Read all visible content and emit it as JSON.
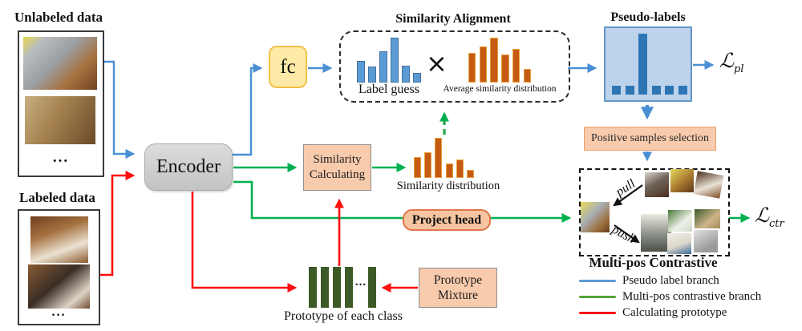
{
  "colors": {
    "pseudo_branch_blue": "#4a8fd4",
    "contrastive_branch_green": "#00b050",
    "prototype_red": "#ff0f0f",
    "blue_bar": "#5b9bd5",
    "blue_bar_border": "#41719c",
    "orange_bar": "#c55a11",
    "orange_bar_border": "#e8a33d",
    "pseudo_tall_bar": "#2e75b6",
    "proto_green": "#3c5a26",
    "peach_box": "#f8cbad"
  },
  "left": {
    "unlabeled": {
      "title": "Unlabeled data",
      "ellipsis": "...",
      "photos": [
        "boxer-dog-photo",
        "rabbit-photo"
      ]
    },
    "labeled": {
      "title": "Labeled data",
      "ellipsis": "...",
      "photos": [
        "spaniel-dog-photo",
        "beagle-puppy-photo"
      ]
    }
  },
  "nodes": {
    "encoder": "Encoder",
    "fc": "fc",
    "similarity_alignment_title": "Similarity Alignment",
    "label_guess_caption": "Label guess",
    "multiply_sign": "×",
    "avg_similarity_caption": "Average similarity distribution",
    "pseudo_labels_title": "Pseudo-labels",
    "loss_pl": {
      "symbol": "ℒ",
      "subscript": "pl"
    },
    "positive_selection": "Positive samples selection",
    "multi_pos_title": "Multi-pos Contrastive",
    "pull": "pull",
    "push": "push",
    "loss_ctr": {
      "symbol": "ℒ",
      "subscript": "ctr"
    },
    "similarity_calculating": {
      "line1": "Similarity",
      "line2": "Calculating"
    },
    "similarity_distribution_caption": "Similarity distribution",
    "project_head": "Project head",
    "prototype_caption": "Prototype of each class",
    "prototype_dots": "...",
    "prototype_mixture": {
      "line1": "Prototype",
      "line2": "Mixture"
    }
  },
  "legend": {
    "items": [
      {
        "label": "Pseudo label branch",
        "color": "#5b9bd5"
      },
      {
        "label": "Multi-pos contrastive branch",
        "color": "#55a632"
      },
      {
        "label": "Calculating prototype",
        "color": "#ff0f0f"
      }
    ]
  },
  "chart_data": [
    {
      "name": "label_guess",
      "type": "bar",
      "values": [
        0.48,
        0.35,
        0.69,
        1.0,
        0.37,
        0.22
      ],
      "bar_color": "#5b9bd5",
      "bar_border": "#41719c",
      "title": "Label guess"
    },
    {
      "name": "average_similarity_distribution",
      "type": "bar",
      "values": [
        0.66,
        0.81,
        1.0,
        0.62,
        0.75,
        0.3
      ],
      "bar_color": "#c55a11",
      "bar_border": "#e8a33d",
      "title": "Average similarity distribution"
    },
    {
      "name": "similarity_distribution",
      "type": "bar",
      "values": [
        0.53,
        0.64,
        1.0,
        0.36,
        0.47,
        0.21
      ],
      "bar_color": "#c55a11",
      "bar_border": "#e8a33d",
      "title": "Similarity distribution"
    },
    {
      "name": "pseudo_labels_one_hot",
      "type": "bar",
      "values": [
        0.15,
        0.15,
        1.0,
        0.15,
        0.15,
        0.15
      ],
      "bar_color": "#2e75b6",
      "bar_border": "#2e75b6",
      "title": "Pseudo-labels"
    }
  ]
}
